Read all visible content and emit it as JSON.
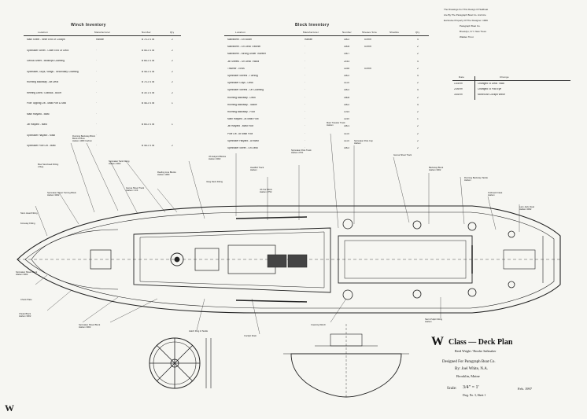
{
  "header_note": {
    "lines": [
      "The Drawings For This Design Of Sailboat",
      "Are By The Paragraph Boat Co. And Are",
      "Exclusive Property Of The Designer. 1999",
      "Paragraph Boat Co.",
      "Brooklyn, N.Y. New Trees",
      "Walden Trust"
    ]
  },
  "winch_inventory": {
    "title": "Winch Inventory",
    "headers": [
      "Location",
      "Manufacturer",
      "Number",
      "Qty"
    ],
    "rows": [
      [
        "Main Sheet - Inner End Of Cockpit",
        "Harken",
        "B 74.2 STB",
        "2"
      ],
      [
        "Spinnaker Sheet - Outer End Of Deck",
        "\"",
        "B 56.2 STB",
        "2"
      ],
      [
        "Genoa Sheet - Midships Coaming",
        "\"",
        "B 66.2 STB",
        "2"
      ],
      [
        "Spinnaker, Guys, Vangs - Secondary Coaming",
        "\"",
        "B 48.2 STB",
        "2"
      ],
      [
        "Running Backstay - Aft Deck",
        "\"",
        "B 74.2 STB",
        "2"
      ],
      [
        "Reefing Lines / Outhaul - Boom",
        "\"",
        "B 30.1 STB",
        "2"
      ],
      [
        "Pole Topping Lift - Mast Port & Stbd",
        "\"",
        "B 46.2 STB",
        "1"
      ],
      [
        "Main Halyard - Mast",
        "\"",
        "",
        ""
      ],
      [
        "Jib Halyard - Mast",
        "\"",
        "B 65.2 STB",
        "1"
      ],
      [
        "Spinnaker Halyard - Mast",
        "\"",
        "",
        ""
      ],
      [
        "Spinnaker Pole Lift - Mast",
        "\"",
        "B 48.2 STB",
        "2"
      ]
    ]
  },
  "block_inventory": {
    "title": "Block Inventory",
    "headers": [
      "Location",
      "Manufacturer",
      "Number",
      "Sheave Size",
      "Shackle",
      "Qty"
    ],
    "rows": [
      [
        "Mainsheet - On Boom",
        "Harken",
        "3002",
        "57mm",
        "",
        "4"
      ],
      [
        "Mainsheet - On Deck Traveler",
        "\"",
        "3008",
        "57mm",
        "",
        "2"
      ],
      [
        "Mainsheet - Strong Under Traveler",
        "\"",
        "1507",
        "",
        "",
        "2"
      ],
      [
        "Jib Sheets - On Deck Tracks",
        "\"",
        "2153",
        "",
        "",
        "4"
      ],
      [
        "Traveler - Ends",
        "\"",
        "1158",
        "57mm",
        "",
        "2"
      ],
      [
        "Spinnaker Sheets - Turning",
        "\"",
        "3002",
        "",
        "",
        "4"
      ],
      [
        "Spinnaker Guys - Deck",
        "\"",
        "1114",
        "",
        "",
        "2"
      ],
      [
        "Spinnaker Sheets - On Coaming",
        "\"",
        "3002",
        "",
        "",
        "4"
      ],
      [
        "Running Backstay - Deck",
        "\"",
        "1808",
        "",
        "",
        "2"
      ],
      [
        "Running Backstay - Tackle",
        "\"",
        "3002",
        "",
        "",
        "4"
      ],
      [
        "Running Backstay - Foot",
        "\"",
        "1014",
        "",
        "",
        "2"
      ],
      [
        "Main Halyard - At Mast Foot",
        "\"",
        "1140",
        "",
        "",
        "1"
      ],
      [
        "Jib Halyard - Mast Foot",
        "\"",
        "3001",
        "",
        "",
        "2"
      ],
      [
        "Pole Lift - At Mast Foot",
        "\"",
        "1114",
        "",
        "",
        "2"
      ],
      [
        "Spinnaker Halyard - At Mast",
        "\"",
        "1114",
        "",
        "",
        "2"
      ],
      [
        "Spinnaker Sheet - On Deck",
        "\"",
        "3002",
        "",
        "",
        "2"
      ]
    ]
  },
  "revision_table": {
    "headers": [
      "Date",
      "Change"
    ],
    "rows": [
      [
        "1/15/99",
        "Changed To Deck Track"
      ],
      [
        "2/26/99",
        "Changed To Pad Eye"
      ],
      [
        "3/16/99",
        "Moved Aft Cockpit Winch"
      ]
    ]
  },
  "callouts": {
    "top_left": [
      "Running Backstay Block\nBlock At Bow\nHarken 1980 Carbon",
      "Bow Stemhead Fitting\n2 Req.",
      "Spinnaker Tack Fitting\nHarken 3002",
      "Reefing Line Blocks\nHarken 1980",
      "Spinnaker Sheet Turning Block\nHarken 3002",
      "Genoa Sheet Track\nHarken 1 1/4"
    ],
    "top_middle": [
      "Jib Halyard Blocks\nHarken 3002",
      "Headfoil Track\nHarken",
      "Spinnaker Pole Track\nHarken 2701",
      "Vang Deck Fitting",
      "Jib Car Block\nHarken 2752"
    ],
    "top_right": [
      "Main Traveler Track\nHarken",
      "Spinnaker Pole Cup\nHarken",
      "Genoa Sheet Track",
      "Backstay Block\nHarken 3002",
      "Running Backstay Tackle\nHarken",
      "Outboard Cleat\nHarken",
      "Lazy Jack Cleat\nHarken 3002"
    ],
    "left_side": [
      "Stem Head Fitting",
      "Forestay Fitting",
      "Spinnaker Sheet Block\nHarken 3002",
      "Chock Plate",
      "Cheek Block\nHarken 3002"
    ],
    "bottom": [
      "Spinnaker Sheet Block\nHarken 3002",
      "Hatch Ring & Tackle",
      "Cockpit Drain",
      "Coaming Winch",
      "Stern Pulpit Fitting\nHarken"
    ]
  },
  "title_block": {
    "logo": "W",
    "class_line": "Class — Deck Plan",
    "subtitle": "Reed Wright / Brooke Sailmaker",
    "designer_line1": "Designed For Paragraph Boat Co.",
    "designer_line2": "By: Joel White, N.A.",
    "designer_line3": "Brooklin, Maine",
    "scale_label": "Scale:",
    "scale_value": "3/4\" = 1'",
    "date": "Feb. 1997",
    "drawn_by": "Dwg. No. 3, Sheet 1"
  },
  "corner_mark": "W"
}
